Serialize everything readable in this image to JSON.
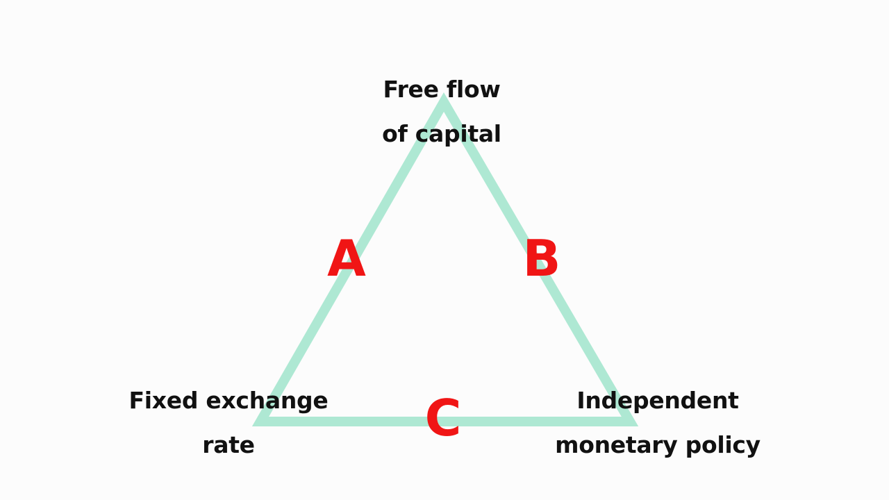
{
  "colors": {
    "background": "#fcfcfc",
    "triangle_stroke": "#aee8d3",
    "vertex_text": "#111111",
    "edge_letter": "#f01515"
  },
  "vertices": {
    "top": {
      "line1": "Free flow",
      "line2": "of capital"
    },
    "bottom_left": {
      "line1": "Fixed exchange",
      "line2": "rate"
    },
    "bottom_right": {
      "line1": "Independent",
      "line2": "monetary policy"
    }
  },
  "edges": {
    "left": "A",
    "right": "B",
    "bottom": "C"
  }
}
